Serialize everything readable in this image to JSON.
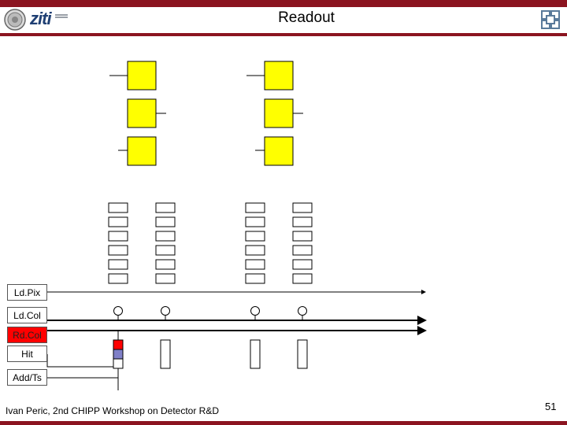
{
  "header": {
    "title": "Readout",
    "brand_text": "ziti",
    "left_logo_icon": "university-seal-icon",
    "right_logo_icon": "institute-emblem-icon",
    "accent_color": "#8b1420"
  },
  "signals": [
    {
      "label": "Ld.Pix"
    },
    {
      "label": "Ld.Col"
    },
    {
      "label": "Rd.Col"
    },
    {
      "label": "Hit"
    },
    {
      "label": "Add/Ts"
    }
  ],
  "footer": {
    "author": "Ivan Peric, 2nd CHIPP Workshop on Detector R&D",
    "page_number": "51"
  },
  "colors": {
    "pixel_fill": "#ffff00",
    "active_cell": "#ff0000",
    "hit_cell": "#8080c8"
  }
}
